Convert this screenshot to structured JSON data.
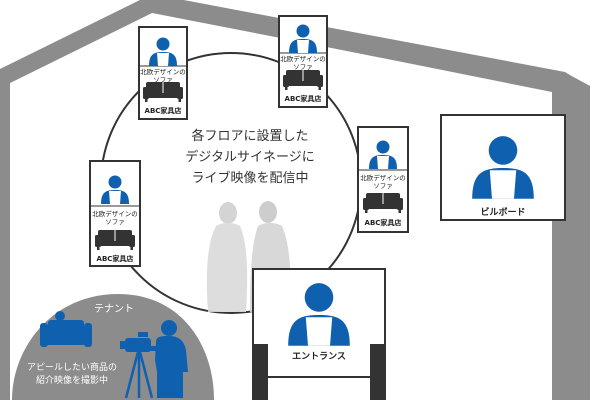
{
  "center_text": [
    "各フロアに設置した",
    "デジタルサイネージに",
    "ライブ映像を配信中"
  ],
  "signage": {
    "product_line1": "北欧デザインの",
    "product_line2": "ソファ",
    "shop": "ABC家具店"
  },
  "billboard": {
    "label": "ビルボード"
  },
  "entrance": {
    "label": "エントランス"
  },
  "tenant": {
    "title": "テナント",
    "caption_line1": "アピールしたい商品の",
    "caption_line2": "紹介映像を撮影中"
  },
  "colors": {
    "building": "#888888",
    "person": "#1060b0",
    "frame": "#333333",
    "tenant_bg": "#8c8c8c"
  }
}
